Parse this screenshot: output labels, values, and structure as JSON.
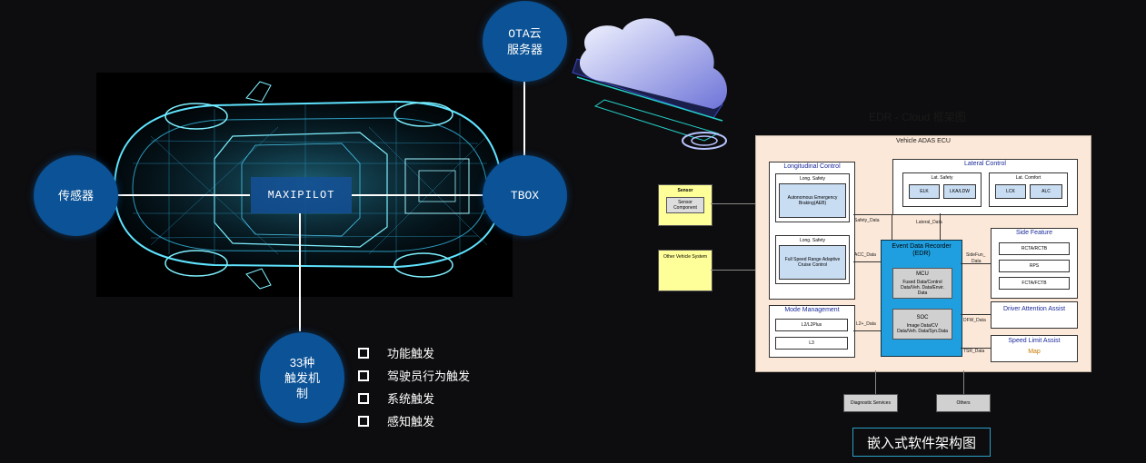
{
  "nodes": {
    "ota": [
      "OTA云",
      "服务器"
    ],
    "sensor": "传感器",
    "tbox": "TBOX",
    "maxipilot": "MAXIPILOT",
    "triggers": [
      "33种",
      "触发机",
      "制"
    ]
  },
  "trigger_list": [
    "功能触发",
    "驾驶员行为触发",
    "系统触发",
    "感知触发"
  ],
  "cloud_title": "EDR - Cloud 框架图",
  "caption": "嵌入式软件架构图",
  "diagram": {
    "ecu_title": "Vehicle ADAS ECU",
    "sensor": {
      "title": "Sensor",
      "component": "Sensor Component"
    },
    "other_vehicle": "Other Vehicle System",
    "longitudinal": {
      "title": "Longitudinal Control",
      "safety1_title": "Long. Safety",
      "aeb": "Autonomous Emergency Braking(AEB)",
      "safety2_title": "Long. Safety",
      "acc": "Full Speed Range Adaptive Cruise Control"
    },
    "lateral": {
      "title": "Lateral Control",
      "safety_title": "Lat. Safety",
      "comfort_title": "Lat. Comfort",
      "items": [
        "ELK",
        "LKA/LDW",
        "LCK",
        "ALC"
      ]
    },
    "side": {
      "title": "Side Feature",
      "items": [
        "RCTA/RCTB",
        "RPS",
        "FCTA/FCTB"
      ]
    },
    "mode": {
      "title": "Mode Management",
      "items": [
        "L2/L2Plus",
        "L3"
      ]
    },
    "driver": "Driver Attention Assist",
    "speed": {
      "title": "Speed Limit Assist",
      "map": "Map"
    },
    "edr": {
      "title1": "Event Data Recorder",
      "title2": "(EDR)",
      "mcu": "MCU",
      "mcu_desc1": "Fused Data/Control",
      "mcu_desc2": "Data/Veh. Data/Envir.",
      "mcu_desc3": "Data",
      "soc": "SOC",
      "soc_desc1": "Image Data/CV",
      "soc_desc2": "Data/Veh. Data/Syn.Data"
    },
    "labels": {
      "safety_data": "Safety_Data",
      "lateral_data": "Lateral_Data",
      "acc_data": "ACC_Data",
      "sidefun_data1": "SideFun_",
      "sidefun_data2": "Data",
      "l2_data": "L2+_Data",
      "dfw_data": "DFW_Data",
      "tsr_data": "TSR_Data"
    },
    "diag": "Diagnostic Services",
    "others": "Others"
  }
}
